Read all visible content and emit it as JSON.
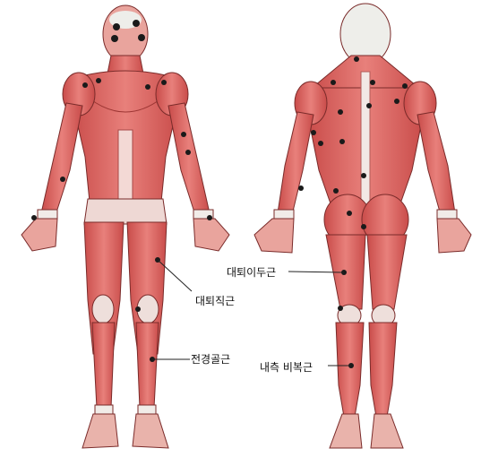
{
  "labels": {
    "rectus_femoris": "대퇴직근",
    "biceps_femoris": "대퇴이두근",
    "tibialis_anterior": "전경골근",
    "medial_gastrocnemius": "내측 비복근"
  },
  "colors": {
    "muscle": "#e26b68",
    "muscle_dark": "#c84a48",
    "tendon": "#f1e4e2",
    "bone": "#ecebe6",
    "point": "#1a1a1a",
    "line": "#222222"
  }
}
